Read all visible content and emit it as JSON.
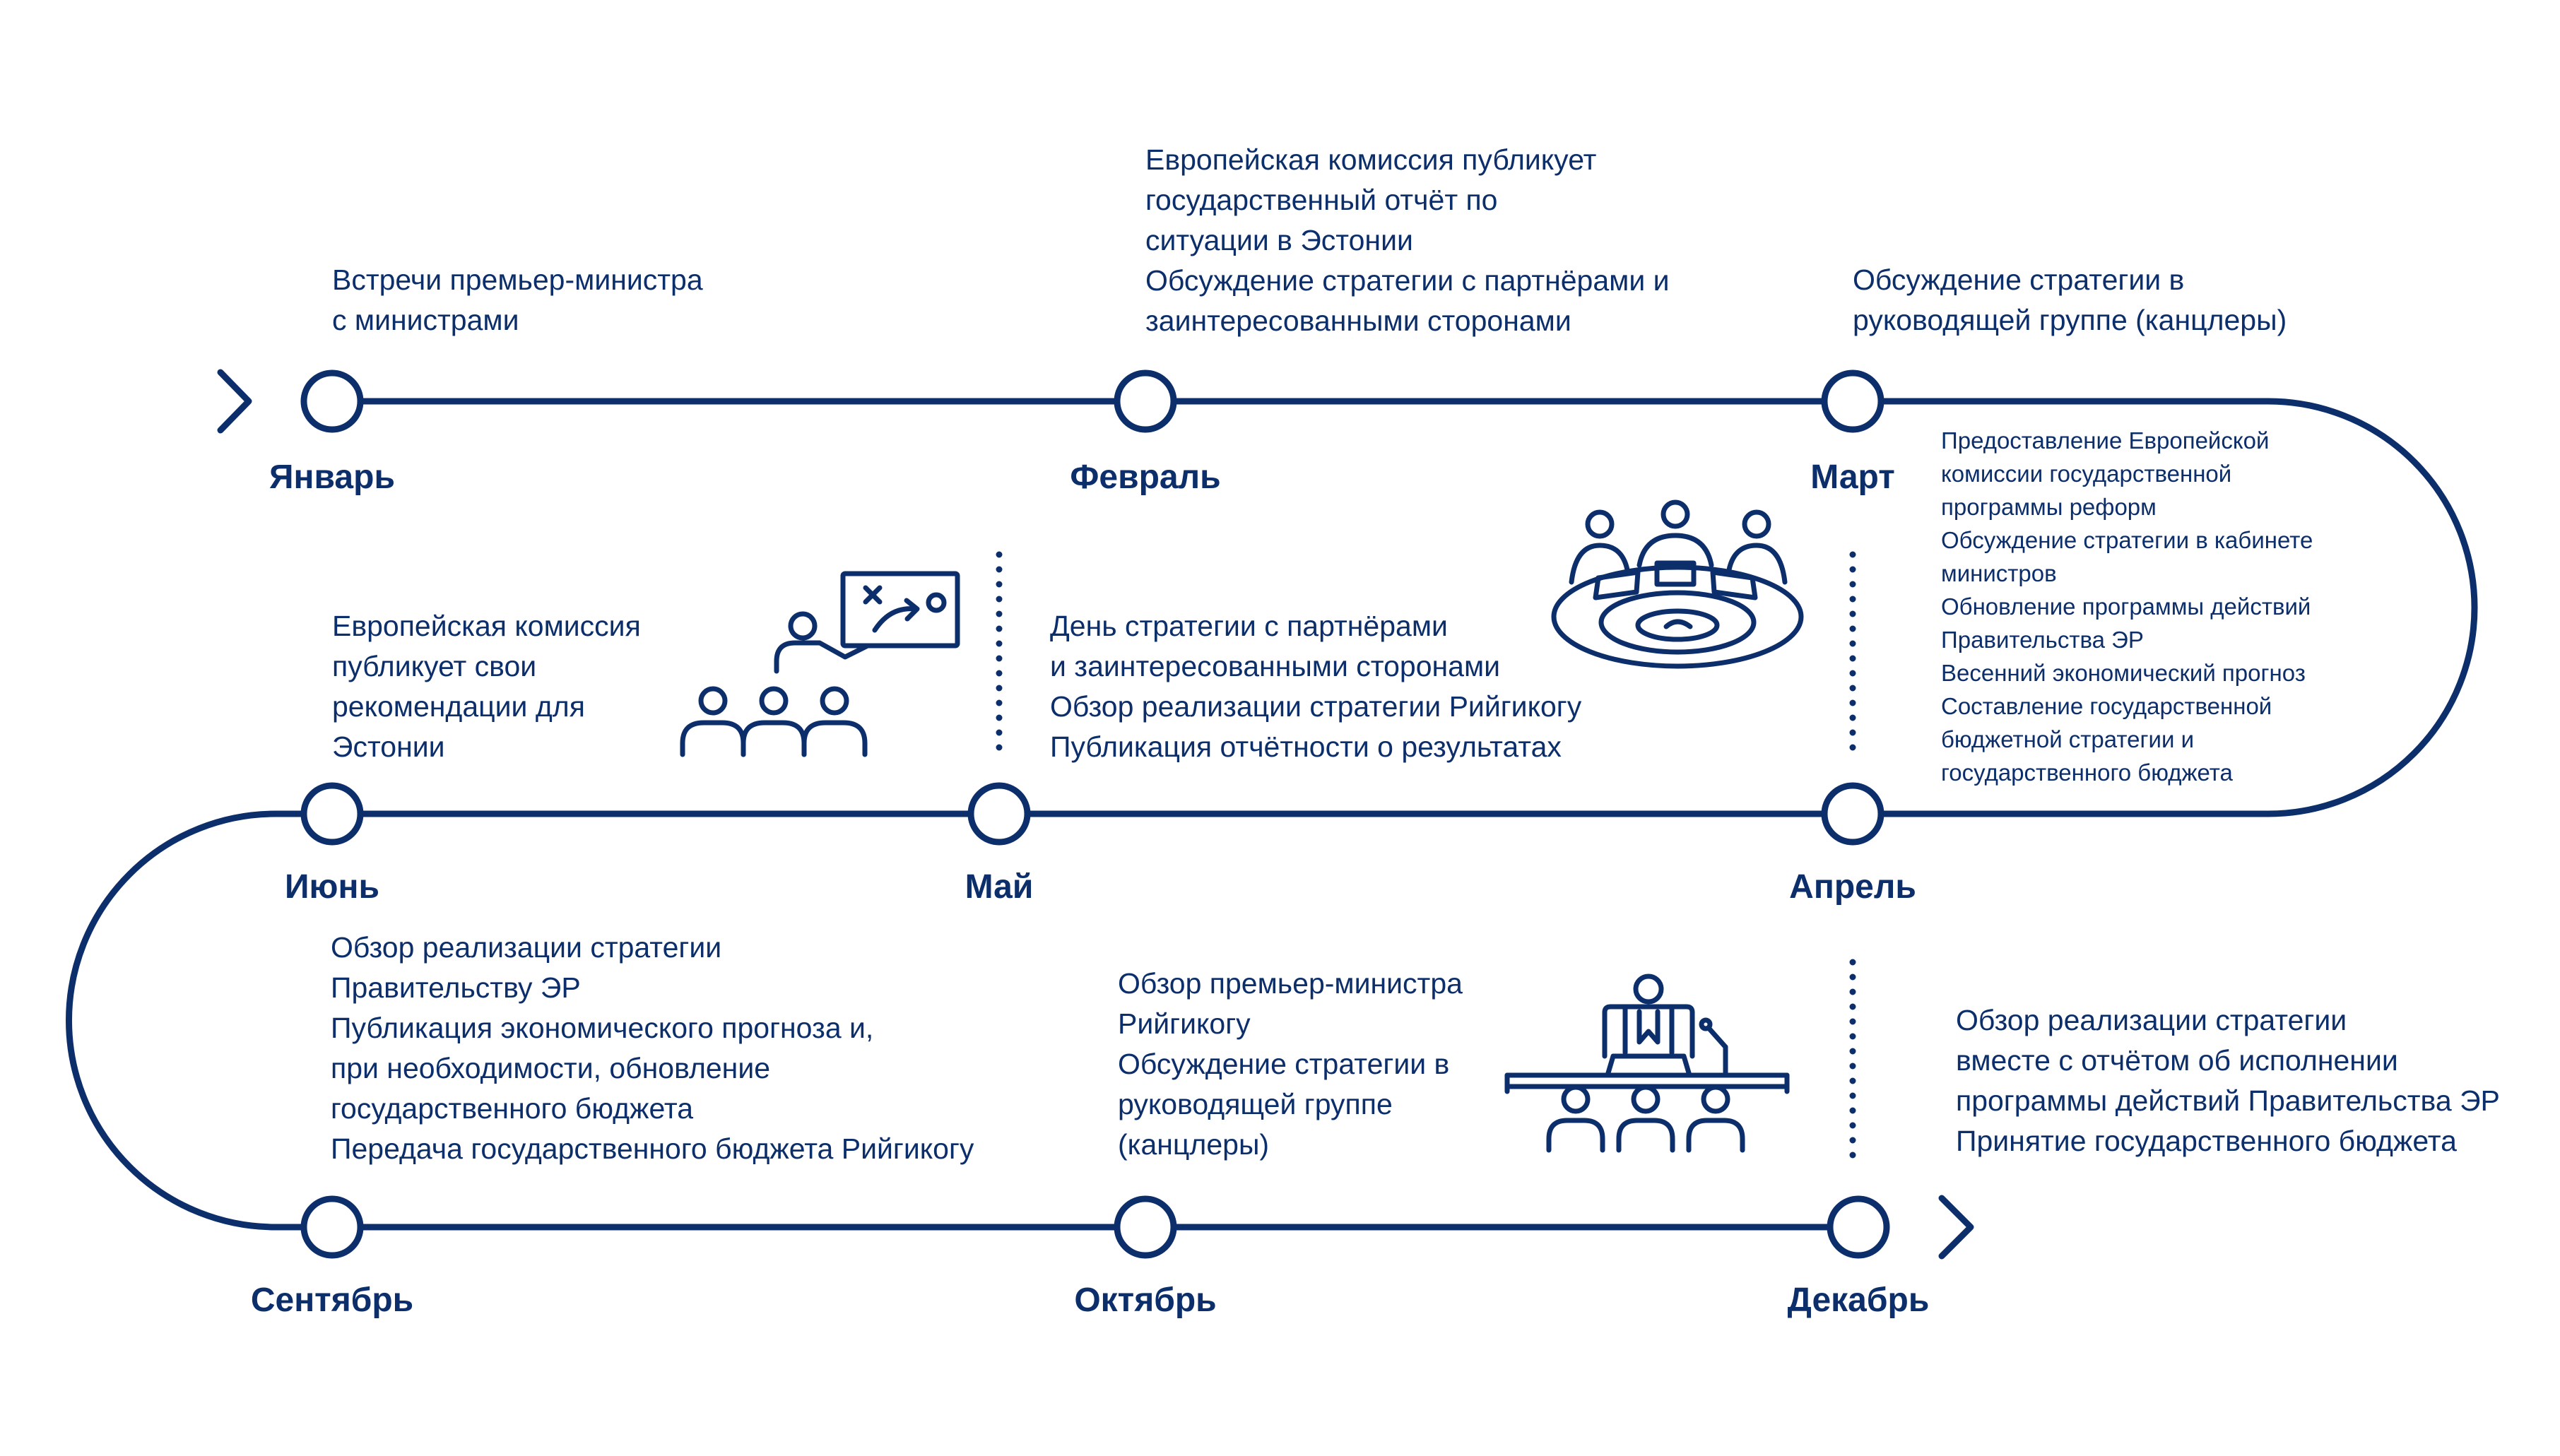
{
  "colors": {
    "primary": "#0c2f6b",
    "background": "#ffffff"
  },
  "months": {
    "jan": "Январь",
    "feb": "Февраль",
    "mar": "Март",
    "apr": "Апрель",
    "may": "Май",
    "jun": "Июнь",
    "sep": "Сентябрь",
    "oct": "Октябрь",
    "dec": "Декабрь"
  },
  "events": {
    "jan": [
      "Встречи премьер-министра",
      "с министрами"
    ],
    "feb": [
      "Европейская комиссия публикует",
      "государственный отчёт по",
      "ситуации в Эстонии",
      "Обсуждение стратегии с партнёрами и",
      "заинтересованными сторонами"
    ],
    "mar": [
      "Обсуждение стратегии в",
      "руководящей группе (канцлеры)"
    ],
    "apr": [
      "Предоставление Европейской",
      "комиссии государственной",
      "программы реформ",
      "Обсуждение стратегии в кабинете",
      "министров",
      "Обновление программы действий",
      "Правительства ЭР",
      "Весенний экономический прогноз",
      "Составление государственной",
      "бюджетной стратегии и",
      "государственного бюджета"
    ],
    "may": [
      "День стратегии с партнёрами",
      "и заинтересованными сторонами",
      "Обзор реализации стратегии Рийгикогу",
      "Публикация отчётности о результатах"
    ],
    "jun": [
      "Европейская комиссия",
      "публикует свои",
      "рекомендации для",
      "Эстонии"
    ],
    "sep": [
      "Обзор реализации стратегии",
      "Правительству ЭР",
      "Публикация экономического прогноза и,",
      "при необходимости, обновление",
      "государственного бюджета",
      "Передача государственного бюджета Рийгикогу"
    ],
    "oct": [
      "Обзор премьер-министра",
      "Рийгикогу",
      "Обсуждение стратегии в",
      "руководящей группе",
      "(канцлеры)"
    ],
    "dec": [
      "Обзор реализации стратегии",
      "вместе с отчётом об исполнении",
      "программы действий Правительства ЭР",
      "Принятие государственного бюджета"
    ]
  },
  "icons": {
    "round_table": "round-table-meeting-icon",
    "presentation": "presentation-board-icon",
    "parliament": "parliament-speaker-icon"
  }
}
